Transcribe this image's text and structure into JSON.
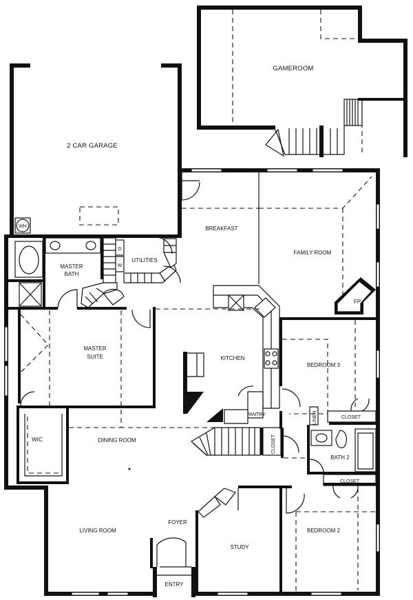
{
  "rooms": {
    "gameroom": "GAMEROOM",
    "garage": "2 CAR GARAGE",
    "wh": "WH",
    "breakfast": "BREAKFAST",
    "family_room": "FAMILY ROOM",
    "master_bath_1": "MASTER",
    "master_bath_2": "BATH",
    "utilities": "UTILITIES",
    "dryer": "D",
    "washer": "W",
    "fp": "FP",
    "kitchen": "KITCHEN",
    "master_suite_1": "MASTER",
    "master_suite_2": "SUITE",
    "bedroom3": "BEDROOM 3",
    "pantry": "PANTRY",
    "linen": "LINEN",
    "closet_b3": "CLOSET",
    "wic": "WIC",
    "dining_room": "DINING ROOM",
    "closet_hall": "CLOSET",
    "bath2": "BATH 2",
    "closet_b2": "CLOSET",
    "living_room": "LIVING ROOM",
    "foyer": "FOYER",
    "study": "STUDY",
    "bedroom2": "BEDROOM 2",
    "entry": "ENTRY"
  }
}
